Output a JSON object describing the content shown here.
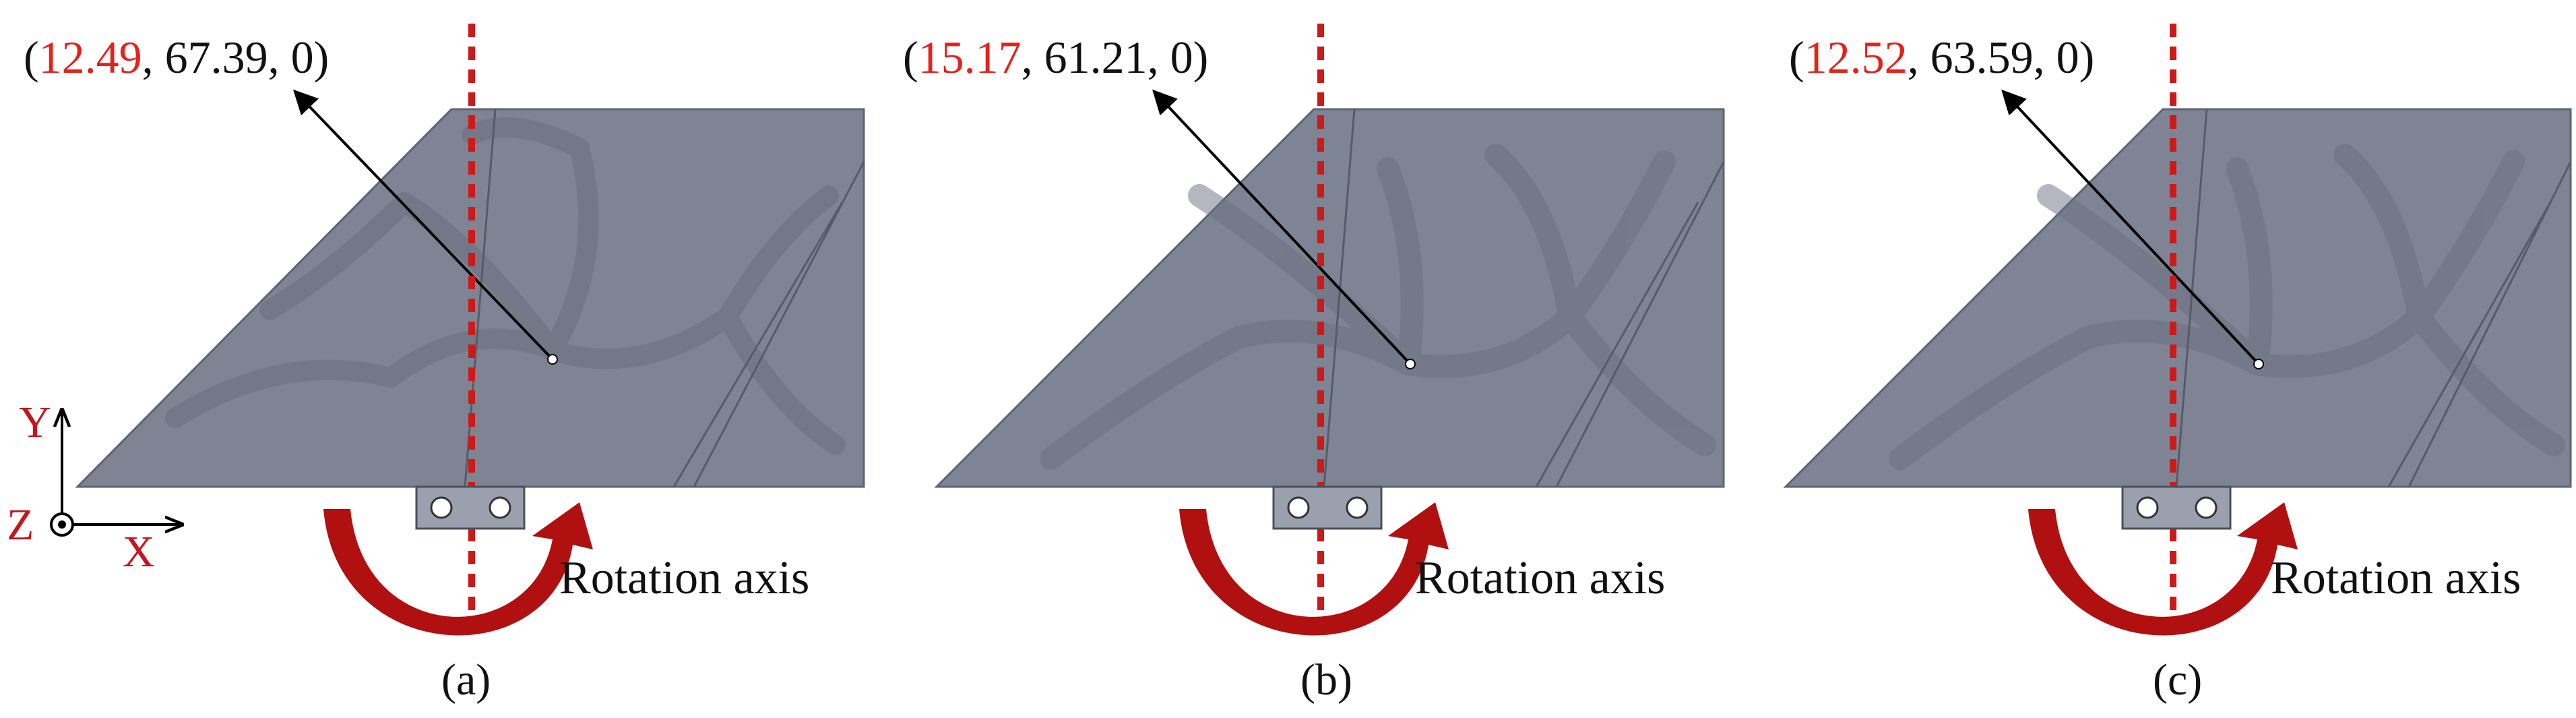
{
  "panels": [
    {
      "id": "a",
      "coord_x": "12.49",
      "coord_y": "67.39",
      "coord_z": "0",
      "rotation_label": "Rotation axis",
      "caption": "(a)"
    },
    {
      "id": "b",
      "coord_x": "15.17",
      "coord_y": "61.21",
      "coord_z": "0",
      "rotation_label": "Rotation axis",
      "caption": "(b)"
    },
    {
      "id": "c",
      "coord_x": "12.52",
      "coord_y": "63.59",
      "coord_z": "0",
      "rotation_label": "Rotation axis",
      "caption": "(c)"
    }
  ],
  "axes": {
    "y_label": "Y",
    "z_label": "Z",
    "x_label": "X"
  },
  "colors": {
    "part_fill": "#7e8494",
    "part_dark": "#6c7282",
    "rib": "#737a8b",
    "dashed_axis": "#cc1a1a",
    "arrow_red": "#b0100f",
    "highlight_red": "#e2231a"
  }
}
